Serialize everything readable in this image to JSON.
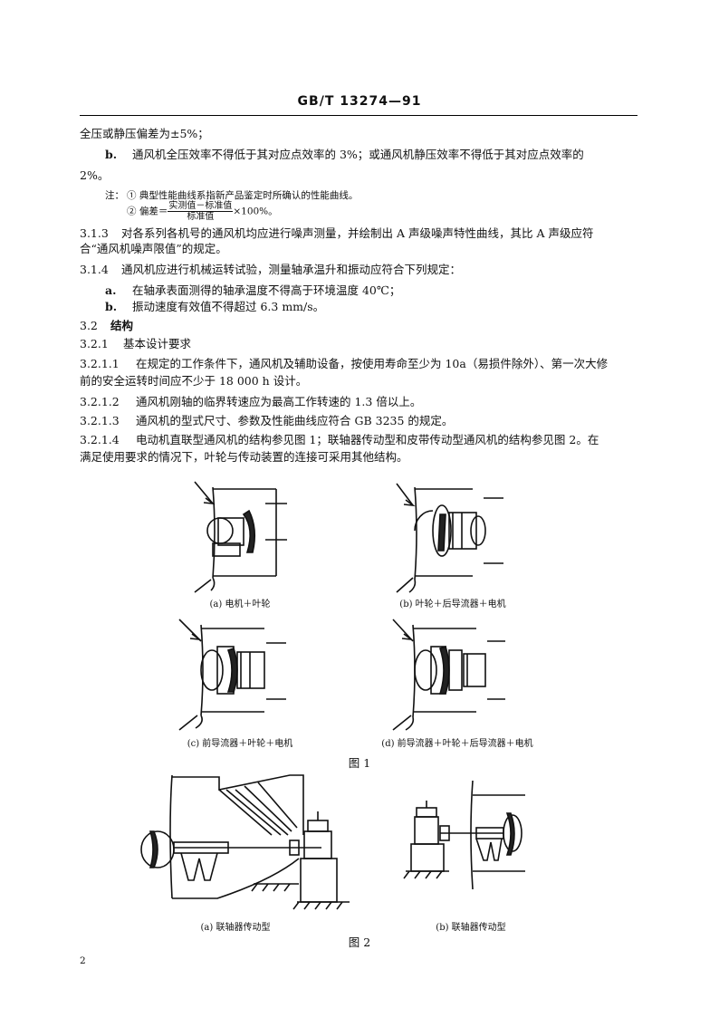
{
  "header": {
    "std_no": "GB/T 13274—91"
  },
  "body": {
    "l1": "全压或静压偏差为±5%；",
    "b1_mark": "b.",
    "b1_text": "通风机全压效率不得低于其对应点效率的 3%；或通风机静压效率不得低于其对应点效率的",
    "b1_cont": "2%。",
    "note_label": "注：",
    "note1": "① 典型性能曲线系指新产品鉴定时所确认的性能曲线。",
    "note2_pre": "② 偏差＝",
    "note2_num": "实测值－标准值",
    "note2_den": "标准值",
    "note2_post": "×100%。",
    "s313_no": "3.1.3",
    "s313_text": "对各系列各机号的通风机均应进行噪声测量，并绘制出 A 声级噪声特性曲线，其比 A 声级应符",
    "s313_cont": "合“通风机噪声限值”的规定。",
    "s314_no": "3.1.4",
    "s314_text": "通风机应进行机械运转试验，测量轴承温升和振动应符合下列规定：",
    "a_mark": "a.",
    "a_text": "在轴承表面测得的轴承温度不得高于环境温度 40℃；",
    "b2_mark": "b.",
    "b2_text": "振动速度有效值不得超过 6.3 mm/s。",
    "s32_no": "3.2",
    "s32_title": "结构",
    "s321_no": "3.2.1",
    "s321_title": "基本设计要求",
    "s3211_no": "3.2.1.1",
    "s3211_text": "在规定的工作条件下，通风机及辅助设备，按使用寿命至少为 10a（易损件除外）、第一次大修",
    "s3211_cont": "前的安全运转时间应不少于 18 000 h 设计。",
    "s3212_no": "3.2.1.2",
    "s3212_text": "通风机刚轴的临界转速应为最高工作转速的 1.3 倍以上。",
    "s3213_no": "3.2.1.3",
    "s3213_text": "通风机的型式尺寸、参数及性能曲线应符合 GB 3235 的规定。",
    "s3214_no": "3.2.1.4",
    "s3214_text": "电动机直联型通风机的结构参见图 1；联轴器传动型和皮带传动型通风机的结构参见图 2。在",
    "s3214_cont": "满足使用要求的情况下，叶轮与传动装置的连接可采用其他结构。"
  },
  "figure1": {
    "captions": [
      "(a) 电机＋叶轮",
      "(b) 叶轮＋后导流器＋电机",
      "(c) 前导流器＋叶轮＋电机",
      "(d) 前导流器＋叶轮＋后导流器＋电机"
    ],
    "label": "图 1"
  },
  "figure2": {
    "captions": [
      "(a) 联轴器传动型",
      "(b) 联轴器传动型"
    ],
    "label": "图 2"
  },
  "footer": {
    "page_number": "2"
  }
}
